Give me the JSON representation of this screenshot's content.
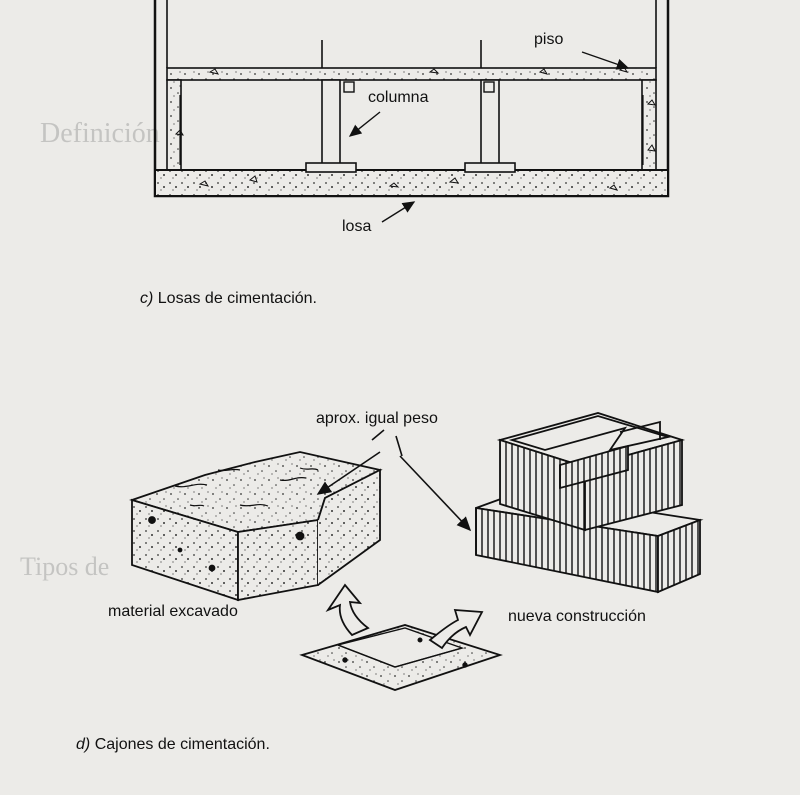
{
  "figure_c": {
    "labels": {
      "floor": "piso",
      "column": "columna",
      "slab": "losa"
    },
    "caption": {
      "letter": "c)",
      "text": "Losas de cimentación."
    }
  },
  "figure_d": {
    "labels": {
      "equal_weight": "aprox. igual peso",
      "excavated": "material excavado",
      "new_building": "nueva construcción"
    },
    "caption": {
      "letter": "d)",
      "text": "Cajones de cimentación."
    }
  },
  "bleed_through": {
    "heading_1": "Definición",
    "heading_2": "Tipos de"
  }
}
